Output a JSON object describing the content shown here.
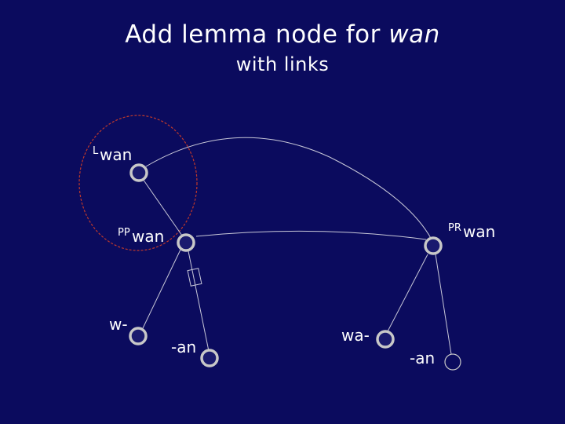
{
  "title": {
    "prefix": "Add lemma node for ",
    "emphasis": "wan",
    "line2": "with links"
  },
  "labels": {
    "lemma": {
      "sup": "L",
      "main": "wan"
    },
    "pp_wan": {
      "sup": "PP",
      "main": "wan"
    },
    "pr_wan": {
      "sup": "PR",
      "main": "wan"
    },
    "w_prefix": "w-",
    "an_left": "-an",
    "wa_prefix": "wa-",
    "an_right": "-an"
  },
  "colors": {
    "background": "#0b0b5e",
    "text": "#ffffff",
    "node_fill": "#1a1a6e",
    "node_ring": "#c8c8c8",
    "link": "#c8c8d8",
    "highlight": "#c0392b"
  }
}
